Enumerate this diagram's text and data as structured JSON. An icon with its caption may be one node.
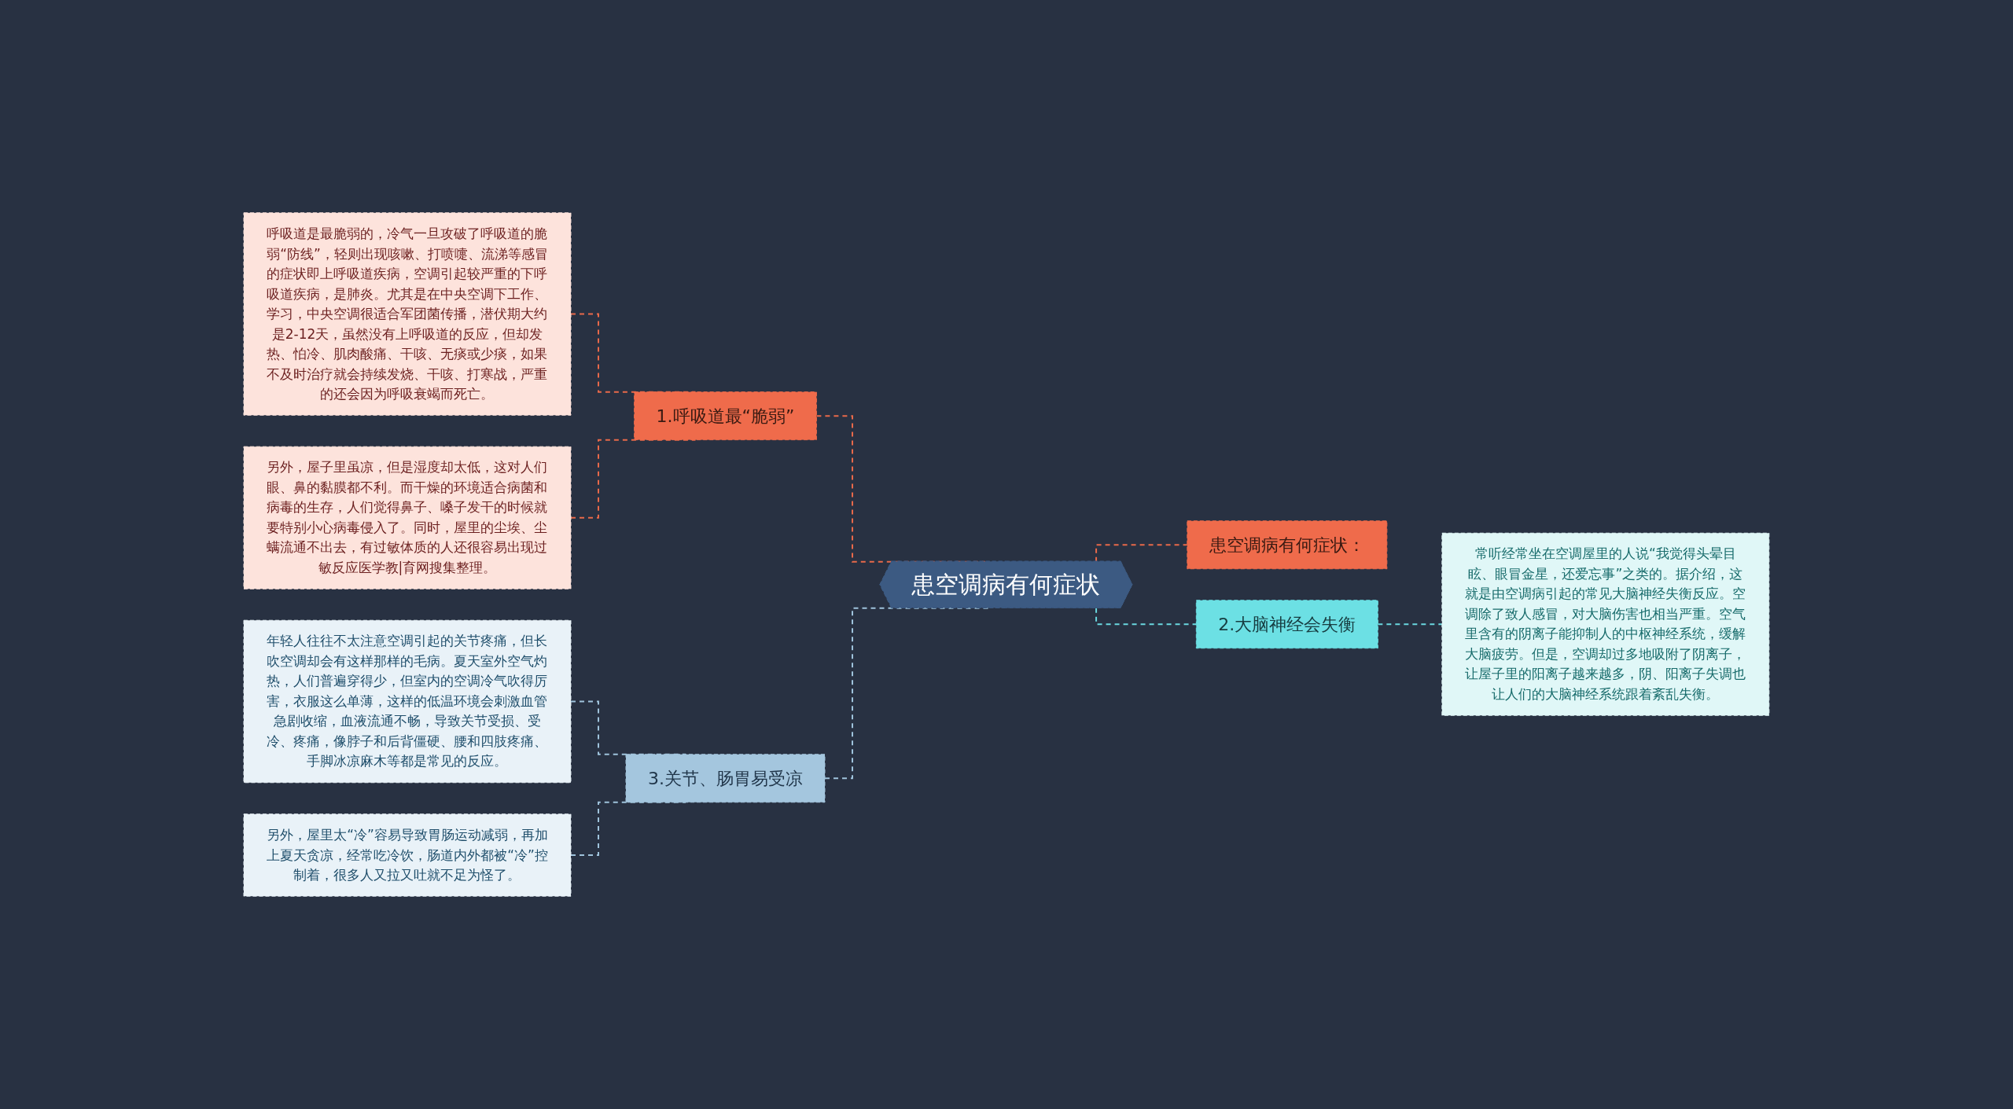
{
  "diagram": {
    "nodes": [
      {
        "text": [
          "患空调病有何症状"
        ]
      },
      {
        "text": [
          "1.呼吸道最“脆弱”"
        ]
      },
      {
        "text": [
          "呼吸道是最脆弱的，冷气一旦攻破了呼吸道的脆弱“防线”，轻则出现咳嗽、打喷嚏、流涕等感冒的症状即上呼吸道疾病，空调引起较严重的下呼吸道疾病，是肺炎。尤其是在中央空调下工作、学习，中央空调很适合军团菌传播，潜伏期大约是2-12天，虽然没有上呼吸道的反应，但却发热、怕冷、肌肉酸痛、干咳、无痰或少痰，如果不及时治疗就会持续发烧、干咳、打寒战，严重的还会因为呼吸衰竭而死亡。"
        ]
      },
      {
        "text": [
          "另外，屋子里虽凉，但是湿度却太低，这对人们眼、鼻的黏膜都不利。而干燥的环境适合病菌和病毒的生存，人们觉得鼻子、嗓子发干的时候就要特别小心病毒侵入了。同时，屋里的尘埃、尘螨流通不出去，有过敏体质的人还很容易出现过敏反应医学教|育网搜集整理。"
        ]
      },
      {
        "text": [
          "3.关节、肠胃易受凉"
        ]
      },
      {
        "text": [
          "年轻人往往不太注意空调引起的关节疼痛，但长吹空调却会有这样那样的毛病。夏天室外空气灼热，人们普遍穿得少，但室内的空调冷气吹得厉害，衣服这么单薄，这样的低温环境会刺激血管急剧收缩，血液流通不畅，导致关节受损、受冷、疼痛，像脖子和后背僵硬、腰和四肢疼痛、手脚冰凉麻木等都是常见的反应。"
        ]
      },
      {
        "text": [
          "另外，屋里太“冷”容易导致胃肠运动减弱，再加上夏天贪凉，经常吃冷饮，肠道内外都被“冷”控制着，很多人又拉又吐就不足为怪了。"
        ]
      },
      {
        "text": [
          "患空调病有何症状："
        ]
      },
      {
        "text": [
          "2.大脑神经会失衡"
        ]
      },
      {
        "text": [
          "常听经常坐在空调屋里的人说“我觉得头晕目眩、眼冒金星，还爱忘事”之类的。据介绍，这就是由空调病引起的常见大脑神经失衡反应。空调除了致人感冒，对大脑伤害也相当严重。空气里含有的阴离子能抑制人的中枢神经系统，缓解大脑疲劳。但是，空调却过多地吸附了阴离子，让屋子里的阳离子越来越多，阴、阳离子失调也让人们的大脑神经系统跟着紊乱失衡。"
        ]
      }
    ],
    "edges": [
      {
        "from": 2,
        "to": 1,
        "arrow": "none",
        "style": "dashed",
        "color": "#e8694a"
      },
      {
        "from": 3,
        "to": 1,
        "arrow": "none",
        "style": "dashed",
        "color": "#e8694a"
      },
      {
        "from": 1,
        "to": 0,
        "arrow": "none",
        "style": "dashed",
        "color": "#e8694a"
      },
      {
        "from": 5,
        "to": 4,
        "arrow": "none",
        "style": "dashed",
        "color": "#9fc3dc"
      },
      {
        "from": 6,
        "to": 4,
        "arrow": "none",
        "style": "dashed",
        "color": "#9fc3dc"
      },
      {
        "from": 4,
        "to": 0,
        "arrow": "none",
        "style": "dashed",
        "color": "#9fc3dc"
      },
      {
        "from": 0,
        "to": 7,
        "arrow": "none",
        "style": "dashed",
        "color": "#e8694a"
      },
      {
        "from": 0,
        "to": 8,
        "arrow": "none",
        "style": "dashed",
        "color": "#6ad8e0"
      },
      {
        "from": 8,
        "to": 9,
        "arrow": "none",
        "style": "dashed",
        "color": "#6ad8e0"
      }
    ]
  }
}
